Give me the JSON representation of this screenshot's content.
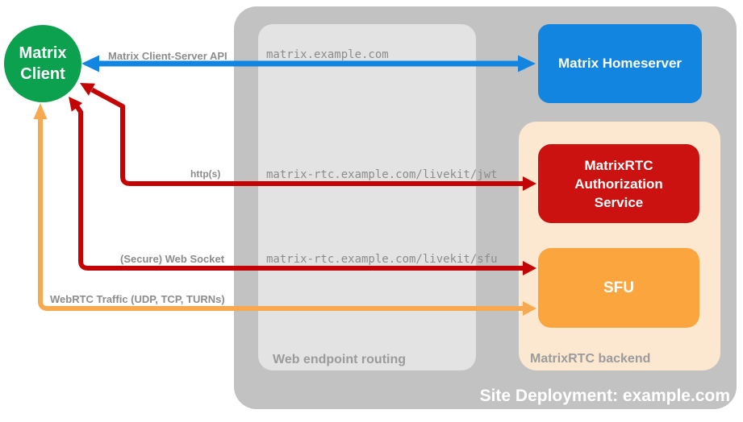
{
  "colors": {
    "green": "#0ca14e",
    "blue": "#1285e0",
    "red": "#c40404",
    "red_box": "#cc1111",
    "orange": "#f6a94f",
    "orange_box": "#faa53d",
    "peach": "#fce7d0",
    "outer_gray": "#c2c2c2",
    "inner_gray": "#e3e3e3",
    "label_gray": "#8c8c8c",
    "zone_label_gray": "#9b9b9b",
    "white": "#ffffff"
  },
  "client": {
    "line1": "Matrix",
    "line2": "Client"
  },
  "nodes": {
    "homeserver": {
      "label": "Matrix Homeserver"
    },
    "auth": {
      "lines": [
        "MatrixRTC",
        "Authorization",
        "Service"
      ]
    },
    "sfu": {
      "label": "SFU"
    }
  },
  "zones": {
    "deployment": {
      "label": "Site Deployment: example.com"
    },
    "routing": {
      "label": "Web endpoint routing"
    },
    "backend": {
      "label": "MatrixRTC backend"
    }
  },
  "connections": {
    "cs_api": {
      "label": "Matrix Client-Server API",
      "route": "matrix.example.com"
    },
    "http": {
      "label": "http(s)",
      "route": "matrix-rtc.example.com/livekit/jwt"
    },
    "ws": {
      "label": "(Secure) Web Socket",
      "route": "matrix-rtc.example.com/livekit/sfu"
    },
    "webrtc": {
      "label": "WebRTC Traffic (UDP, TCP, TURNs)"
    }
  }
}
